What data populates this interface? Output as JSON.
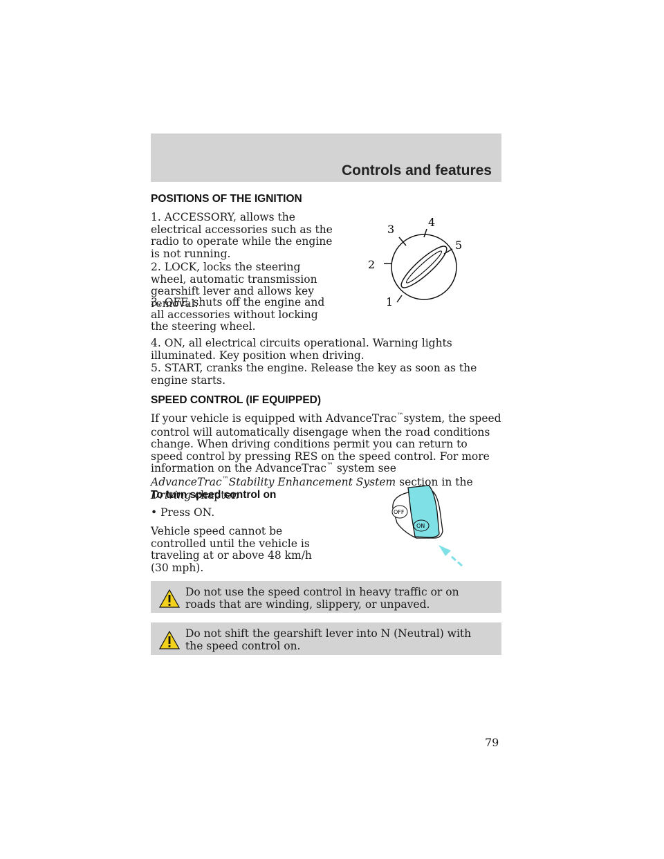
{
  "header": {
    "title": "Controls and features"
  },
  "ignition": {
    "heading": "POSITIONS OF THE IGNITION",
    "items": [
      "1. ACCESSORY, allows the electrical accessories such as the radio to operate while the engine is not running.",
      "2. LOCK, locks the steering wheel, automatic transmission gearshift lever and allows key removal.",
      "3. OFF, shuts off the engine and all accessories without locking the steering wheel.",
      "4. ON, all electrical circuits operational. Warning lights illuminated. Key position when driving.",
      "5. START, cranks the engine. Release the key as soon as the engine starts."
    ],
    "diagram_labels": [
      "1",
      "2",
      "3",
      "4",
      "5"
    ]
  },
  "speed_control": {
    "heading": "SPEED CONTROL (IF EQUIPPED)",
    "p1_a": "If your vehicle is equipped with AdvanceTrac",
    "tm": "™",
    "p1_b": "system, the speed control will automatically disengage when the road conditions change. When driving conditions permit you can return to speed control by pressing RES on the speed control. For more information on the AdvanceTrac",
    "p1_c": "system see ",
    "p1_ital_a": "AdvanceTrac",
    "p1_ital_b": "Stability Enhancement System",
    "p1_d": " section in the ",
    "p1_ital_c": "Driving",
    "p1_e": " chapter."
  },
  "turn_on": {
    "heading": "To turn speed control on",
    "bullet_mark": "•",
    "bullet": "Press ON.",
    "note": "Vehicle speed cannot be controlled until the vehicle is traveling at or above 48 km/h (30 mph).",
    "button_off": "OFF",
    "button_on": "ON"
  },
  "warnings": [
    "Do not use the speed control in heavy traffic or on roads that are winding, slippery, or unpaved.",
    "Do not shift the gearshift lever into N (Neutral) with the speed control on."
  ],
  "page_number": "79",
  "colors": {
    "header_bg": "#d3d3d3",
    "on_button": "#7fe0e6",
    "warning_icon": "#f2d21b"
  }
}
